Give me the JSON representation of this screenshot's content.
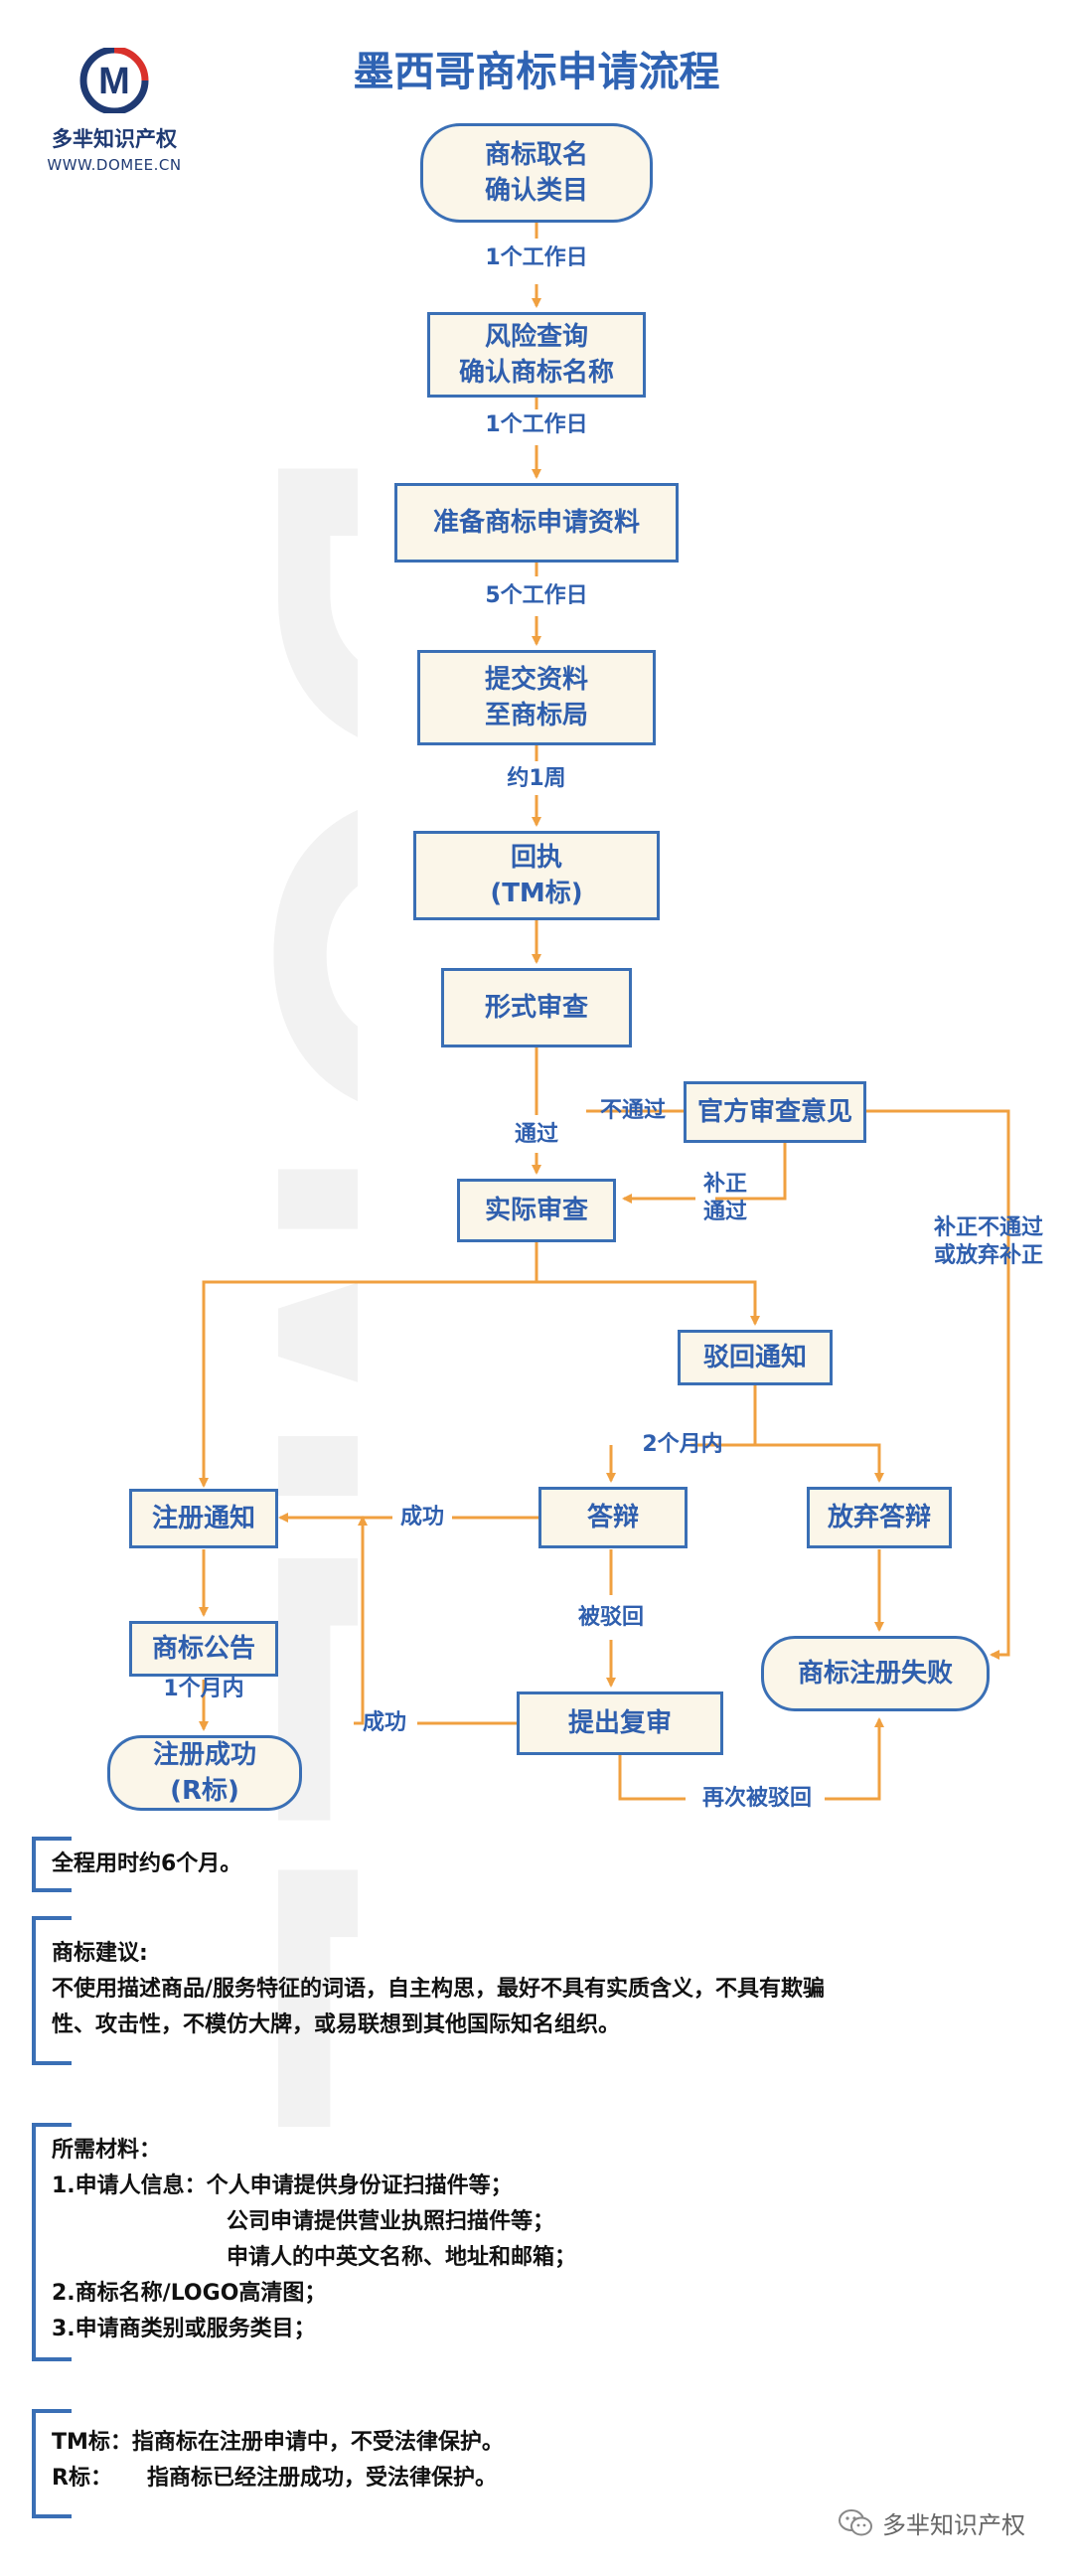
{
  "header": {
    "title": "墨西哥商标申请流程",
    "company_name": "多芈知识产权",
    "company_url": "WWW.DOMEE.CN",
    "logo_letter": "M",
    "watermark": "DOMEE"
  },
  "nodes": {
    "n1": [
      "商标取名",
      "确认类目"
    ],
    "n2": [
      "风险查询",
      "确认商标名称"
    ],
    "n3": [
      "准备商标申请资料"
    ],
    "n4": [
      "提交资料",
      "至商标局"
    ],
    "n5": [
      "回执",
      "(TM标)"
    ],
    "n6": [
      "形式审查"
    ],
    "n7": [
      "官方审查意见"
    ],
    "n8": [
      "实际审查"
    ],
    "n9": [
      "驳回通知"
    ],
    "n10": [
      "注册通知"
    ],
    "n11": [
      "答辩"
    ],
    "n12": [
      "放弃答辩"
    ],
    "n13": [
      "商标公告"
    ],
    "n14": [
      "商标注册失败"
    ],
    "n15": [
      "提出复审"
    ],
    "n16": [
      "注册成功",
      "(R标)"
    ]
  },
  "labels": {
    "l1": "1个工作日",
    "l2": "1个工作日",
    "l3": "5个工作日",
    "l4": "约1周",
    "l5": "不通过",
    "l6": "通过",
    "l7": "补正\n通过",
    "l8": "补正不通过\n或放弃补正",
    "l9": "2个月内",
    "l10": "成功",
    "l11": "被驳回",
    "l12": "1个月内",
    "l13": "成功",
    "l14": "再次被驳回"
  },
  "notes": {
    "duration": "全程用时约6个月。",
    "advice_title": "商标建议:",
    "advice_line1": "不使用描述商品/服务特征的词语，自主构思，最好不具有实质含义，不具有欺骗",
    "advice_line2": "性、攻击性，不模仿大牌，或易联想到其他国际知名组织。",
    "materials_title": "所需材料：",
    "materials_1_label": "1.申请人信息：",
    "materials_1a": "个人申请提供身份证扫描件等；",
    "materials_1b": "公司申请提供营业执照扫描件等；",
    "materials_1c": "申请人的中英文名称、地址和邮箱；",
    "materials_2": "2.商标名称/LOGO高清图；",
    "materials_3": "3.申请商类别或服务类目；",
    "tm_line": "TM标：指商标在注册申请中，不受法律保护。",
    "r_label": "R标：",
    "r_text": "指商标已经注册成功，受法律保护。"
  },
  "footer": {
    "text": "多芈知识产权"
  },
  "colors": {
    "box_border": "#3a6fb5",
    "box_fill": "#fbf6e9",
    "text_blue": "#2f5fae",
    "arrow": "#f0a040"
  }
}
